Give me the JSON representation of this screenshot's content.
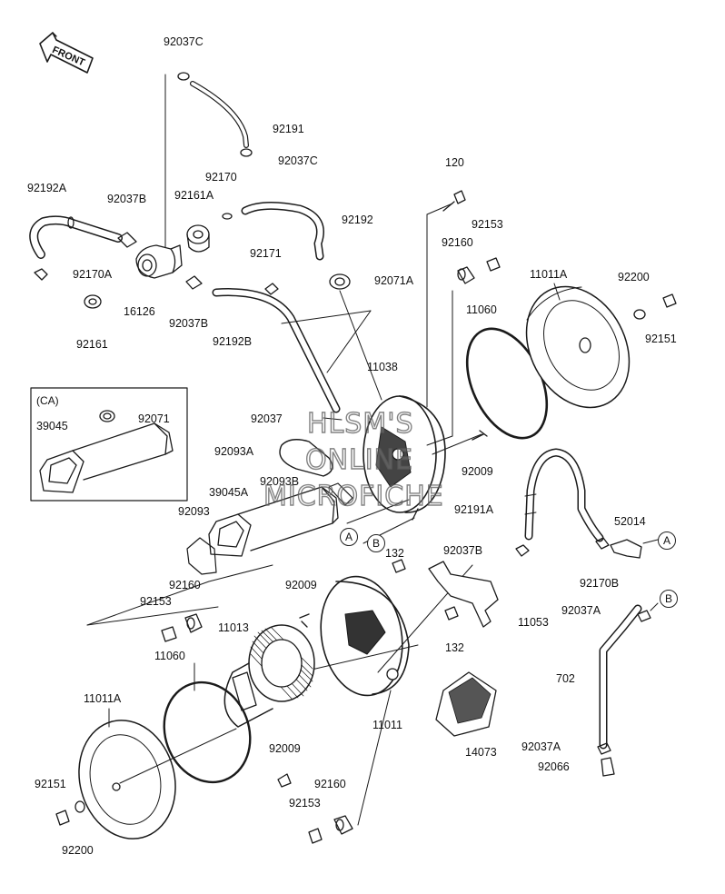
{
  "diagram": {
    "front_label": "FRONT",
    "inset_label": "(CA)",
    "watermark": [
      "HLSM'S",
      "ONLINE",
      "MICROFICHE"
    ],
    "callouts": {
      "a": "A",
      "b": "B"
    },
    "labels": {
      "p92037c_top": "92037C",
      "p92191": "92191",
      "p92037c_mid": "92037C",
      "p120": "120",
      "p92192a": "92192A",
      "p92037b_top": "92037B",
      "p92161a": "92161A",
      "p92170": "92170",
      "p92192": "92192",
      "p92153_top": "92153",
      "p92160_top": "92160",
      "p11011a_top": "11011A",
      "p92200_top": "92200",
      "p92171": "92171",
      "p92170a": "92170A",
      "p16126": "16126",
      "p92161": "92161",
      "p92037b_bot": "92037B",
      "p92071a": "92071A",
      "p92151_top": "92151",
      "p11060_top": "11060",
      "p92192b": "92192B",
      "p11038": "11038",
      "p92071": "92071",
      "p39045": "39045",
      "p92037": "92037",
      "p92093a": "92093A",
      "p92009_top": "92009",
      "p92093b": "92093B",
      "p39045a": "39045A",
      "p92191a": "92191A",
      "p92093": "92093",
      "p52014": "52014",
      "p132_top": "132",
      "p92037b_right": "92037B",
      "p92170b": "92170B",
      "p92160_mid": "92160",
      "p92153_mid": "92153",
      "p92009_mid": "92009",
      "p11053": "11053",
      "p92037a_top": "92037A",
      "p11013": "11013",
      "p132_bot": "132",
      "p11060_bot": "11060",
      "p702": "702",
      "p11011a_bot": "11011A",
      "p11011": "11011",
      "p14073": "14073",
      "p92009_bot": "92009",
      "p92037a_bot": "92037A",
      "p92066": "92066",
      "p92151_bot": "92151",
      "p92160_bot": "92160",
      "p92153_bot": "92153",
      "p92200_bot": "92200"
    }
  }
}
